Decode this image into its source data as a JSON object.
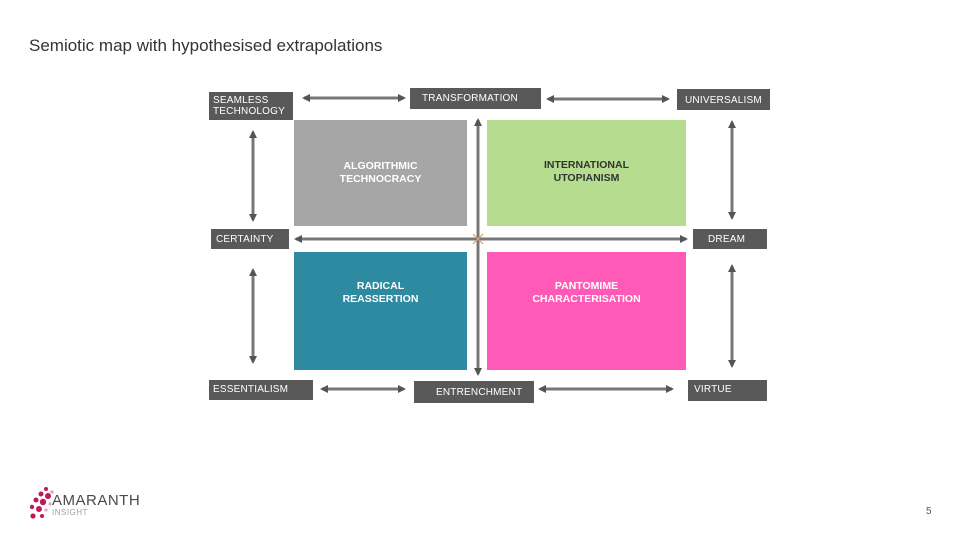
{
  "title": "Semiotic map with hypothesised extrapolations",
  "labels": {
    "seamless": "SEAMLESS\nTECHNOLOGY",
    "transformation": "TRANSFORMATION",
    "universalism": "UNIVERSALISM",
    "certainty": "CERTAINTY",
    "dream": "DREAM",
    "essentialism": "ESSENTIALISM",
    "entrenchment": "ENTRENCHMENT",
    "virtue": "VIRTUE"
  },
  "quadrants": {
    "top_left": {
      "text": "ALGORITHMIC\nTECHNOCRACY",
      "color": "#a6a6a6",
      "text_color": "#ffffff"
    },
    "top_right": {
      "text": "INTERNATIONAL\nUTOPIANISM",
      "color": "#b5dc8f",
      "text_color": "#333333"
    },
    "bottom_left": {
      "text": "RADICAL\nREASSERTION",
      "color": "#2e8aa0",
      "text_color": "#ffffff"
    },
    "bottom_right": {
      "text": "PANTOMIME\nCHARACTERISATION",
      "color": "#ff5ab8",
      "text_color": "#ffffff"
    }
  },
  "logo": {
    "word": "AMARANTH",
    "sub": "INSIGHT"
  },
  "page_number": "5"
}
